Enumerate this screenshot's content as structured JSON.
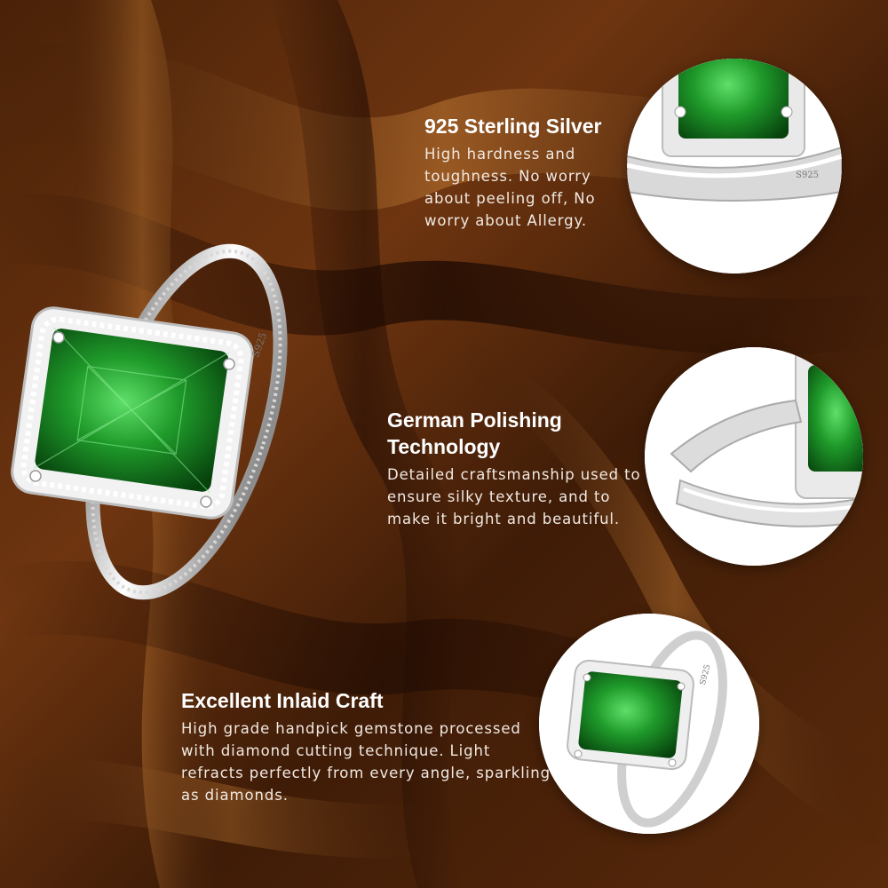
{
  "features": [
    {
      "title": "925 Sterling Silver",
      "body": "High hardness and toughness. No worry about peeling off, No worry about Allergy."
    },
    {
      "title": "German Polishing Technology",
      "body": "Detailed craftsmanship used to ensure silky texture, and to make it bright and beautiful."
    },
    {
      "title": "Excellent Inlaid Craft",
      "body": "High grade handpick gemstone processed with diamond cutting technique. Light refracts perfectly from every angle, sparkling as diamonds."
    }
  ],
  "ring_stamp": "S925",
  "colors": {
    "silk_dark": "#3a1a06",
    "silk_mid": "#7a3e12",
    "silk_light": "#b8732e",
    "emerald": "#1f9a2a",
    "silver": "#e6e6e6"
  }
}
